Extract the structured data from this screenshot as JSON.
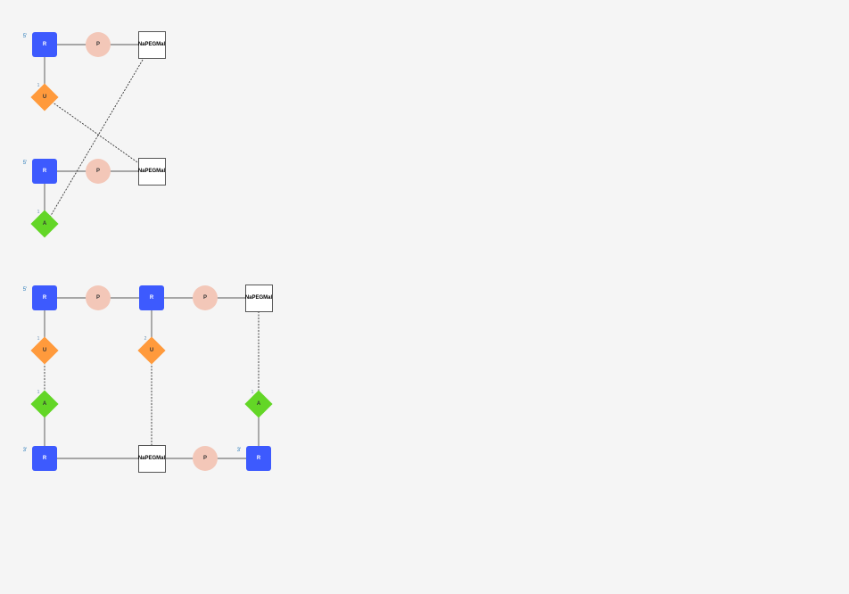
{
  "colors": {
    "background": "#f5f5f5",
    "ribose": "#3d5afe",
    "phosphate": "#f3c7b8",
    "base_U": "#ff9a3c",
    "base_A": "#63d626",
    "mod_box_fill": "#ffffff",
    "mod_box_stroke": "#555555",
    "backbone": "#777777",
    "pair_line": "#333333",
    "prime_label": "#2b7bb9"
  },
  "labels": {
    "ribose": "R",
    "phosphate": "P",
    "base_U": "U",
    "base_A": "A",
    "modification": "NaPEGMal",
    "five_prime": "5'",
    "three_prime": "3'",
    "index_1": "1",
    "index_2": "2"
  },
  "structures": [
    {
      "name": "strand-1-top",
      "nodes": [
        {
          "id": "r1",
          "type": "ribose"
        },
        {
          "id": "p1",
          "type": "phosphate"
        },
        {
          "id": "m1",
          "type": "modification"
        },
        {
          "id": "b1",
          "type": "base_U",
          "index": "1"
        }
      ]
    }
  ]
}
